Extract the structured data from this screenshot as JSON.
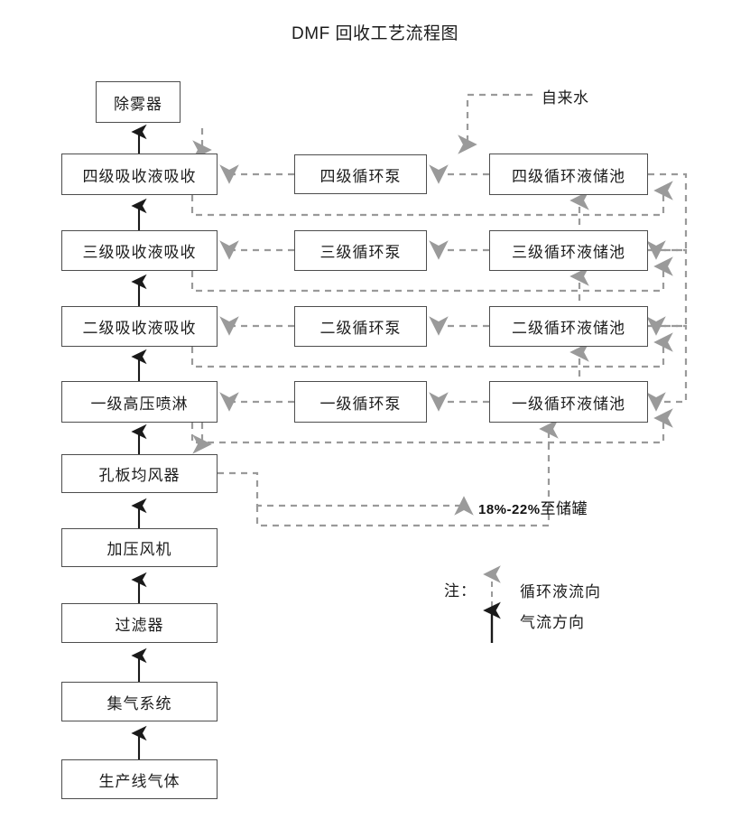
{
  "title": "DMF 回收工艺流程图",
  "colors": {
    "box_border": "#4d4d4d",
    "gas_arrow": "#1a1a1a",
    "liquid_arrow": "#9a9a9a",
    "text": "#1c1c1c",
    "background": "#ffffff"
  },
  "gas_train": {
    "description": "气流方向 主线（自下而上）",
    "nodes": [
      {
        "id": "demister",
        "label": "除雾器"
      },
      {
        "id": "abs4",
        "label": "四级吸收液吸收"
      },
      {
        "id": "abs3",
        "label": "三级吸收液吸收"
      },
      {
        "id": "abs2",
        "label": "二级吸收液吸收"
      },
      {
        "id": "spray1",
        "label": "一级高压喷淋"
      },
      {
        "id": "orifice",
        "label": "孔板均风器"
      },
      {
        "id": "fan",
        "label": "加压风机"
      },
      {
        "id": "filter",
        "label": "过滤器"
      },
      {
        "id": "gas_collect",
        "label": "集气系统"
      },
      {
        "id": "source",
        "label": "生产线气体"
      }
    ]
  },
  "pumps": {
    "description": "循环泵列",
    "nodes": [
      {
        "id": "pump4",
        "label": "四级循环泵"
      },
      {
        "id": "pump3",
        "label": "三级循环泵"
      },
      {
        "id": "pump2",
        "label": "二级循环泵"
      },
      {
        "id": "pump1",
        "label": "一级循环泵"
      }
    ]
  },
  "tanks": {
    "description": "循环液储池列",
    "nodes": [
      {
        "id": "tank4",
        "label": "四级循环液储池"
      },
      {
        "id": "tank3",
        "label": "三级循环液储池"
      },
      {
        "id": "tank2",
        "label": "二级循环液储池"
      },
      {
        "id": "tank1",
        "label": "一级循环液储池"
      }
    ]
  },
  "annotations": {
    "tap_water": "自来水",
    "to_storage_value": "18%-22%",
    "to_storage_suffix": "至储罐"
  },
  "legend": {
    "prefix": "注：",
    "items": [
      {
        "id": "liquid-flow",
        "label": "循环液流向",
        "style": "dashed-gray-arrow"
      },
      {
        "id": "gas-flow",
        "label": "气流方向",
        "style": "solid-black-arrow"
      }
    ]
  }
}
